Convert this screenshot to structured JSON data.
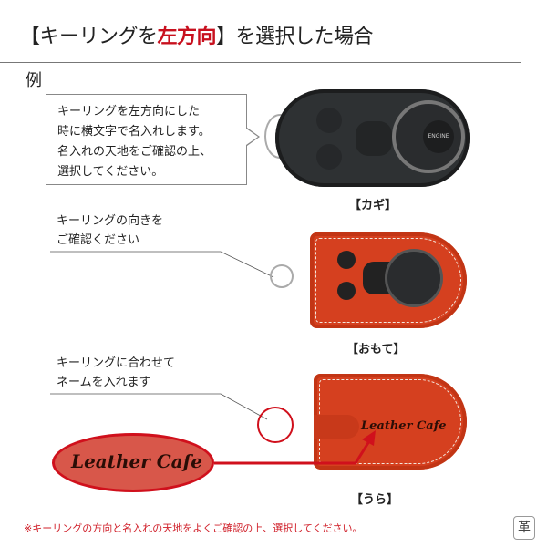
{
  "header": {
    "title_pre": "【キーリングを",
    "title_highlight": "左方向",
    "title_post": "】を選択した場合",
    "example_label": "例"
  },
  "callout": {
    "lines": [
      "キーリングを左方向にした",
      "時に横文字で名入れします。",
      "名入れの天地をご確認の上、",
      "選択してください。"
    ]
  },
  "key_fob": {
    "label": "【カギ】",
    "engine_text": "ENGINE"
  },
  "front": {
    "note_lines": [
      "キーリングの向きを",
      "ご確認ください"
    ],
    "label": "【おもて】"
  },
  "back": {
    "note_lines": [
      "キーリングに合わせて",
      "ネームを入れます"
    ],
    "label": "【うら】",
    "engraving": "Leather Cafe",
    "zoom_engraving": "Leather Cafe"
  },
  "footer": {
    "notice": "※キーリングの方向と名入れの天地をよくご確認の上、選択してください。"
  },
  "colors": {
    "accent_red": "#c8101e",
    "leather": "#d5401f",
    "fob": "#2e3133"
  }
}
